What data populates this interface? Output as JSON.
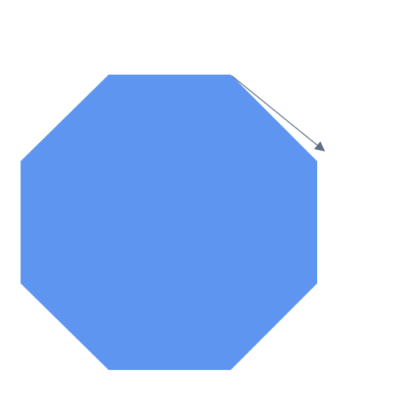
{
  "diagram": {
    "shapes": [
      {
        "kind": "octagon",
        "fill_color": "#5E95F0"
      }
    ],
    "connectors": [
      {
        "kind": "arrow",
        "stroke_color": "#6D7B8F",
        "head_color": "#5F6F86",
        "from": "octagon-top-right-corner",
        "to": "octagon-right-upper-corner"
      }
    ]
  }
}
